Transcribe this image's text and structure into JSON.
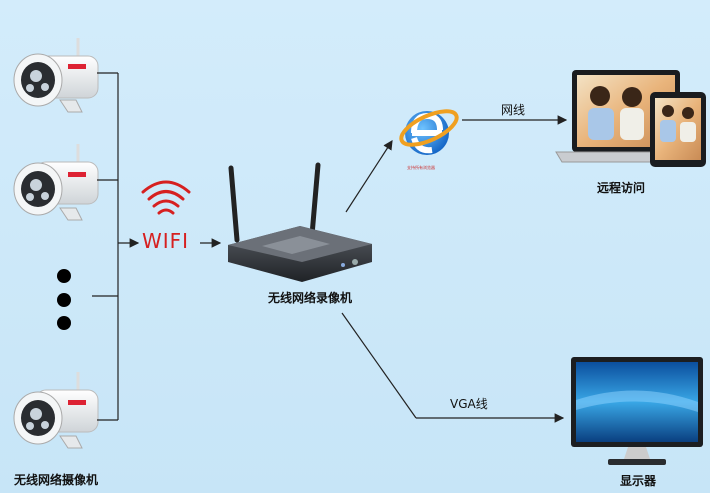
{
  "labels": {
    "cameras": "无线网络摄像机",
    "nvr": "无线网络录像机",
    "remote_access": "远程访问",
    "display": "显示器",
    "network_cable": "网线",
    "vga_cable": "VGA线",
    "wifi": "WIFI",
    "ie_caption": "支持所有浏览器"
  },
  "icons": {
    "camera": "camera-icon",
    "nvr": "router-nvr-icon",
    "browser": "internet-explorer-icon",
    "laptop": "laptop-icon",
    "tablet": "tablet-icon",
    "monitor": "monitor-icon",
    "wifi_signal": "wifi-signal-icon"
  },
  "colors": {
    "background": "#cde8f8",
    "wifi": "#d62020",
    "line": "#222222",
    "ie_blue": "#1a73c8",
    "ie_orange": "#f0a020"
  }
}
